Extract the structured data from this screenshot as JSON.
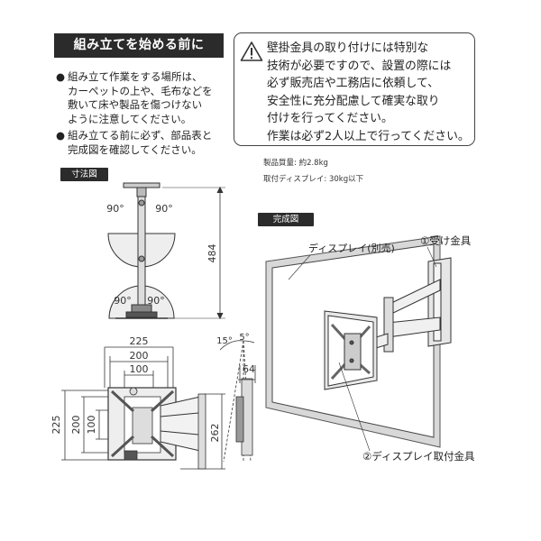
{
  "header": {
    "title": "組み立てを始める前に"
  },
  "notes": [
    {
      "bullet": "●",
      "text": "組み立て作業をする場所は、\nカーペットの上や、毛布などを\n敷いて床や製品を傷つけない\nように注意してください。"
    },
    {
      "bullet": "●",
      "text": "組み立てる前に必ず、部品表と\n完成図を確認してください。"
    }
  ],
  "warning": {
    "text": "壁掛金具の取り付けには特別な\n技術が必要ですので、設置の際には\n必ず販売店や工務店に依頼して、\n安全性に充分配慮して確実な取り\n付けを行ってください。\n作業は必ず2人以上で行ってください。"
  },
  "specs": {
    "weight": "製品質量: 約2.8kg",
    "capacity": "取付ディスプレイ: 30kg以下"
  },
  "dimension_section": {
    "label": "寸法図",
    "top_view": {
      "angle_left_top": "90°",
      "angle_right_top": "90°",
      "angle_left_bottom": "90°",
      "angle_right_bottom": "90°",
      "length": "484"
    },
    "front_view": {
      "width_outer": "225",
      "width_mid": "200",
      "width_inner": "100",
      "height_outer": "225",
      "height_mid": "200",
      "height_inner": "100",
      "height_total": "262"
    },
    "side_view": {
      "tilt_up": "15°",
      "tilt_down": "5°",
      "depth": "64"
    }
  },
  "assembly_section": {
    "label": "完成図",
    "display_label": "ディスプレイ(別売)",
    "part1_label": "①受け金具",
    "part2_label": "②ディスプレイ取付金具"
  }
}
